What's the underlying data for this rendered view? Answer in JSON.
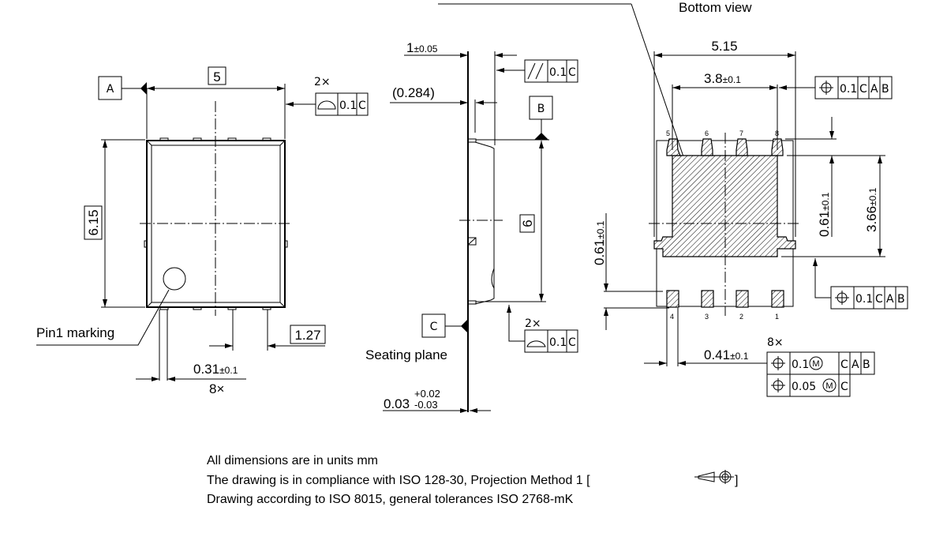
{
  "view_title": "Bottom view",
  "left_view": {
    "datum_a": "A",
    "width_dim": "5",
    "height_dim": "6.15",
    "profile_count": "2×",
    "profile_tol": "0.1",
    "profile_datum": "C",
    "pin1_label": "Pin1 marking",
    "pitch_dim": "1.27",
    "lead_width": "0.31",
    "lead_width_tol": "±0.1",
    "lead_count": "8×"
  },
  "side_view": {
    "thickness": "1",
    "thickness_tol": "±0.05",
    "parallel_tol": "0.1",
    "parallel_datum": "C",
    "lead_thickness": "(0.284)",
    "datum_b": "B",
    "length_dim": "6",
    "datum_c": "C",
    "seating_plane": "Seating plane",
    "profile_count": "2×",
    "profile_tol": "0.1",
    "profile_datum": "C",
    "standoff": "0.03",
    "standoff_plus": "+0.02",
    "standoff_minus": "-0.03"
  },
  "bottom_view": {
    "overall_width": "5.15",
    "pad_width": "3.8",
    "pad_width_tol": "±0.1",
    "pos_frame_top": {
      "tol": "0.1",
      "datums": [
        "C",
        "A",
        "B"
      ]
    },
    "lead_len_right": "0.61",
    "lead_len_right_tol": "±0.1",
    "pad_height": "3.66",
    "pad_height_tol": "±0.1",
    "pos_frame_right": {
      "tol": "0.1",
      "datums": [
        "C",
        "A",
        "B"
      ]
    },
    "lead_len_left": "0.61",
    "lead_len_left_tol": "±0.1",
    "lead_width": "0.41",
    "lead_width_tol": "±0.1",
    "lead_count": "8×",
    "pos_frame_leads": [
      {
        "tol": "0.1",
        "modifier": "M",
        "datums": [
          "C",
          "A",
          "B"
        ]
      },
      {
        "tol": "0.05",
        "modifier": "M",
        "datums": [
          "C"
        ]
      }
    ],
    "pins_top": [
      "5",
      "6",
      "7",
      "8"
    ],
    "pins_bottom": [
      "4",
      "3",
      "2",
      "1"
    ]
  },
  "notes": [
    "All dimensions are in units mm",
    "The drawing is in compliance with ISO 128-30, Projection Method 1 [",
    "Drawing according to ISO 8015, general tolerances ISO 2768-mK"
  ],
  "notes_suffix": "]"
}
